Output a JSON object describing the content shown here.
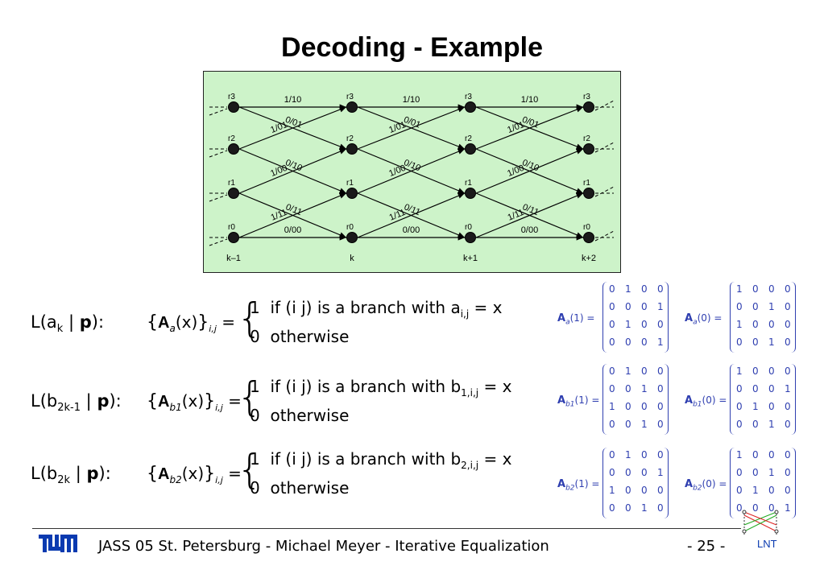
{
  "title": "Decoding - Example",
  "trellis": {
    "states": [
      "r3",
      "r2",
      "r1",
      "r0"
    ],
    "time_labels": [
      "k–1",
      "k",
      "k+1",
      "k+2"
    ],
    "branch_labels": {
      "r3_r3": "1/10",
      "r3_r2": "0/01",
      "r2_r3": "1/01",
      "r2_r1": "0/10",
      "r1_r2": "1/00",
      "r1_r0": "0/11",
      "r0_r1": "1/11",
      "r0_r0": "0/00"
    }
  },
  "rows": [
    {
      "lhs_pre": "L(a",
      "lhs_sub": "k",
      "lhs_mid": " | ",
      "lhs_bold": "p",
      "lhs_post": "):",
      "A_sub": "a",
      "case1": "if  (i  j)  is  a  branch  with  a",
      "case1_sub": "i,j",
      "case1_end": " = x",
      "case0": "otherwise",
      "one": "1",
      "zero": "0",
      "m1_label": "(1) =",
      "m0_label": "(0) =",
      "m1": [
        [
          0,
          1,
          0,
          0
        ],
        [
          0,
          0,
          0,
          1
        ],
        [
          0,
          1,
          0,
          0
        ],
        [
          0,
          0,
          0,
          1
        ]
      ],
      "m0": [
        [
          1,
          0,
          0,
          0
        ],
        [
          0,
          0,
          1,
          0
        ],
        [
          1,
          0,
          0,
          0
        ],
        [
          0,
          0,
          1,
          0
        ]
      ]
    },
    {
      "lhs_pre": "L(b",
      "lhs_sub": "2k-1",
      "lhs_mid": " | ",
      "lhs_bold": "p",
      "lhs_post": "):",
      "A_sub": "b1",
      "case1": "if  (i  j)  is  a  branch  with  b",
      "case1_sub": "1,i,j",
      "case1_end": " = x",
      "case0": "otherwise",
      "one": "1",
      "zero": "0",
      "m1_label": "(1) =",
      "m0_label": "(0) =",
      "m1": [
        [
          0,
          1,
          0,
          0
        ],
        [
          0,
          0,
          1,
          0
        ],
        [
          1,
          0,
          0,
          0
        ],
        [
          0,
          0,
          1,
          0
        ]
      ],
      "m0": [
        [
          1,
          0,
          0,
          0
        ],
        [
          0,
          0,
          0,
          1
        ],
        [
          0,
          1,
          0,
          0
        ],
        [
          0,
          0,
          1,
          0
        ]
      ]
    },
    {
      "lhs_pre": "L(b",
      "lhs_sub": "2k",
      "lhs_mid": " | ",
      "lhs_bold": "p",
      "lhs_post": "):",
      "A_sub": "b2",
      "case1": "if  (i  j)  is  a  branch  with  b",
      "case1_sub": "2,i,j",
      "case1_end": " = x",
      "case0": "otherwise",
      "one": "1",
      "zero": "0",
      "m1_label": "(1) =",
      "m0_label": "(0) =",
      "m1": [
        [
          0,
          1,
          0,
          0
        ],
        [
          0,
          0,
          0,
          1
        ],
        [
          1,
          0,
          0,
          0
        ],
        [
          0,
          0,
          1,
          0
        ]
      ],
      "m0": [
        [
          1,
          0,
          0,
          0
        ],
        [
          0,
          0,
          1,
          0
        ],
        [
          0,
          1,
          0,
          0
        ],
        [
          0,
          0,
          0,
          1
        ]
      ]
    }
  ],
  "footer": {
    "logo": "TUM",
    "text": "JASS 05 St. Petersburg  -  Michael Meyer  -  Iterative Equalization",
    "page": "- 25 -",
    "lnt_logo": "LNT"
  },
  "colors": {
    "trellis_bg": "#cdf3c9",
    "tum_blue": "#0a3ab0",
    "matrix_blue": "#2f3fb0"
  }
}
